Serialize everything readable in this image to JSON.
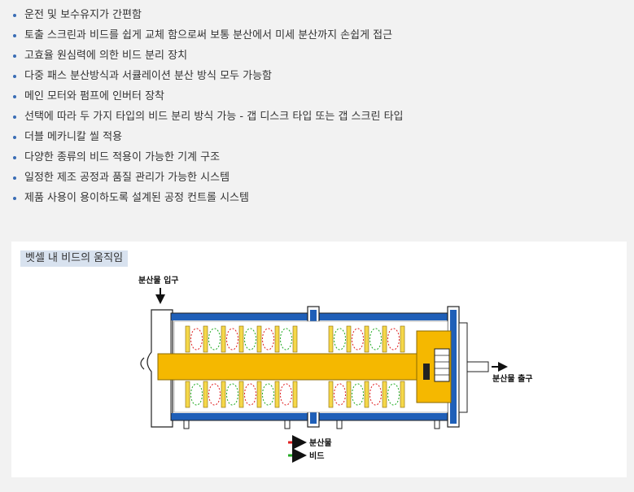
{
  "features": [
    "운전 및 보수유지가 간편함",
    "토출 스크린과 비드를 쉽게 교체 함으로써 보통 분산에서 미세 분산까지 손쉽게 접근",
    "고효율 원심력에 의한 비드 분리 장치",
    "다중 패스 분산방식과 서큘레이션 분산 방식 모두 가능함",
    "메인 모터와 펌프에 인버터 장착",
    "선택에 따라 두 가지 타입의 비드 분리 방식 가능 - 갭 디스크 타입 또는 갭 스크린 타입",
    "더블 메카니칼 씰 적용",
    "다양한 종류의 비드 적용이 가능한 기계 구조",
    "일정한 제조 공정과 품질 관리가 가능한 시스템",
    "제품 사용이 용이하도록 설계된 공정 컨트롤 시스템"
  ],
  "diagram": {
    "title": "벳셀 내 비드의 움직임",
    "inlet_label": "분산물 입구",
    "outlet_label": "분산물 출구",
    "legend": [
      {
        "label": "분산물",
        "color": "#e02020"
      },
      {
        "label": "비드",
        "color": "#22aa22"
      }
    ],
    "colors": {
      "vessel": "#1f5fb8",
      "shaft": "#f5b800",
      "outline": "#222222"
    }
  }
}
